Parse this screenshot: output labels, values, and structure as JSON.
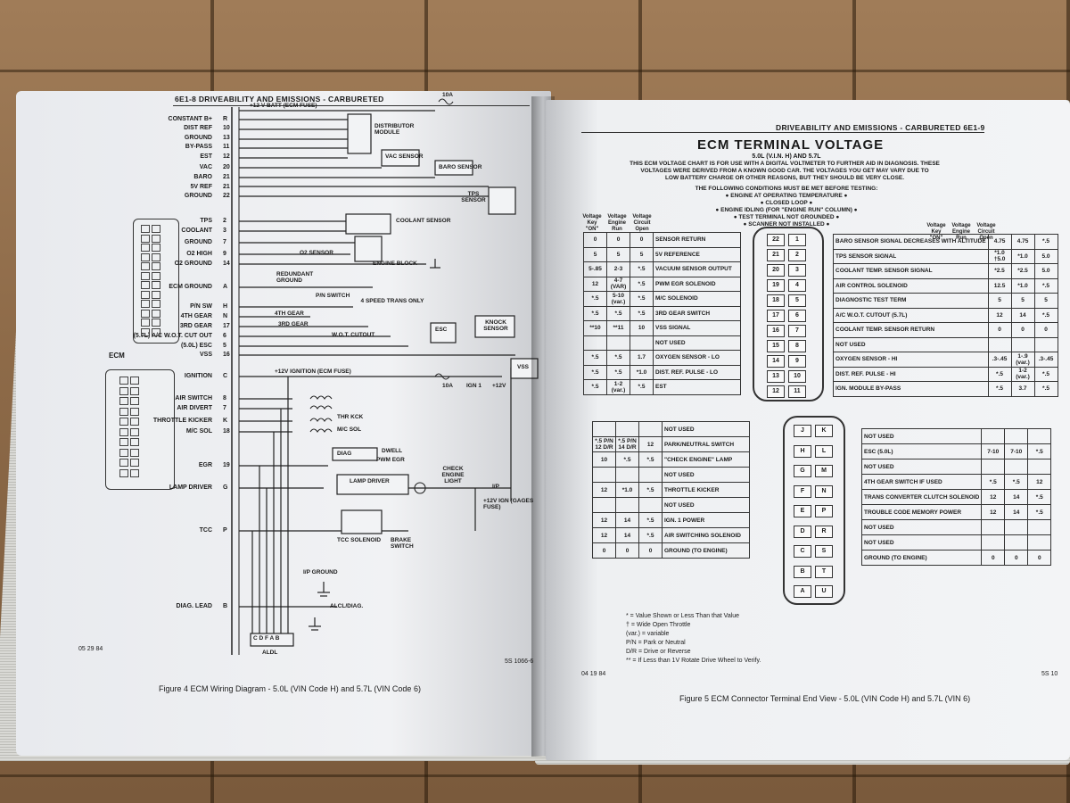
{
  "left_page": {
    "header": "6E1-8 DRIVEABILITY AND EMISSIONS - CARBURETED",
    "ecm_label": "ECM",
    "terminals": [
      {
        "label": "CONSTANT B+",
        "pin": "R"
      },
      {
        "label": "DIST REF",
        "pin": "10"
      },
      {
        "label": "GROUND",
        "pin": "13"
      },
      {
        "label": "BY-PASS",
        "pin": "11"
      },
      {
        "label": "EST",
        "pin": "12"
      },
      {
        "label": "VAC",
        "pin": "20"
      },
      {
        "label": "BARO",
        "pin": "21"
      },
      {
        "label": "5V REF",
        "pin": "21"
      },
      {
        "label": "GROUND",
        "pin": "22"
      },
      {
        "label": "TPS",
        "pin": "2"
      },
      {
        "label": "COOLANT",
        "pin": "3"
      },
      {
        "label": "GROUND",
        "pin": "7"
      },
      {
        "label": "O2 HIGH",
        "pin": "9"
      },
      {
        "label": "O2 GROUND",
        "pin": "14"
      },
      {
        "label": "ECM GROUND",
        "pin": "A"
      },
      {
        "label": "P/N SW",
        "pin": "H"
      },
      {
        "label": "4TH GEAR",
        "pin": "N"
      },
      {
        "label": "3RD GEAR",
        "pin": "17"
      },
      {
        "label": "(5.7L) A/C W.O.T. CUT OUT",
        "pin": "6"
      },
      {
        "label": "(5.0L) ESC",
        "pin": "5"
      },
      {
        "label": "VSS",
        "pin": "16"
      },
      {
        "label": "IGNITION",
        "pin": "C"
      },
      {
        "label": "AIR SWITCH",
        "pin": "8"
      },
      {
        "label": "AIR DIVERT",
        "pin": "7"
      },
      {
        "label": "THROTTLE KICKER",
        "pin": "K"
      },
      {
        "label": "M/C SOL",
        "pin": "18"
      },
      {
        "label": "EGR",
        "pin": "19"
      },
      {
        "label": "LAMP DRIVER",
        "pin": "G"
      },
      {
        "label": "TCC",
        "pin": "P"
      },
      {
        "label": "DIAG. LEAD",
        "pin": "B"
      }
    ],
    "wire_labels": {
      "batt": "+12 V BATT (ECM FUSE)",
      "fuse_10a": "10A",
      "distributor": "DISTRIBUTOR MODULE",
      "vac_sensor": "VAC SENSOR",
      "baro_sensor": "BARO SENSOR",
      "tps_sensor": "TPS SENSOR",
      "coolant_sensor": "COOLANT SENSOR",
      "o2_sensor": "O2 SENSOR",
      "engine_block": "ENGINE BLOCK",
      "redundant_ground": "REDUNDANT GROUND",
      "pn_switch": "P/N SWITCH",
      "speed_trans": "4 SPEED TRANS ONLY",
      "fourth_gear": "4TH GEAR",
      "third_gear": "3RD GEAR",
      "wot_cutout": "W.O.T. CUTOUT",
      "knock_sensor": "KNOCK SENSOR",
      "esc": "ESC",
      "ign_fuse": "+12V IGNITION (ECM FUSE)",
      "ign_10a": "10A",
      "ign_1": "IGN 1",
      "plus12": "+12V",
      "vss": "VSS",
      "thr_kck": "THR KCK",
      "mc_sol": "M/C SOL",
      "diag": "DIAG",
      "dwell": "DWELL",
      "pwm_egr": "PWM EGR",
      "check_engine": "CHECK ENGINE LIGHT",
      "ip": "I/P",
      "ign_gages": "+12V IGN (GAGES FUSE)",
      "lamp_driver": "LAMP DRIVER",
      "tcc_solenoid": "TCC SOLENOID",
      "brake_switch": "BRAKE SWITCH",
      "ip_ground": "I/P GROUND",
      "alcl": "ALCL/DIAG.",
      "aldl": "ALDL",
      "aldl_pins": "C D F A B"
    },
    "date": "05 29 84",
    "ref": "5S 1066-6",
    "caption": "Figure 4 ECM Wiring Diagram - 5.0L (VIN Code H) and 5.7L (VIN Code 6)"
  },
  "right_page": {
    "header": "DRIVEABILITY AND EMISSIONS - CARBURETED 6E1-9",
    "title": "ECM TERMINAL VOLTAGE",
    "subtitle": "5.0L (V.I.N. H) AND 5.7L",
    "intro": [
      "THIS ECM VOLTAGE CHART IS FOR USE WITH A DIGITAL VOLTMETER TO FURTHER AID IN DIAGNOSIS. THESE",
      "VOLTAGES WERE DERIVED FROM A KNOWN GOOD CAR. THE VOLTAGES YOU GET MAY VARY DUE TO",
      "LOW BATTERY CHARGE OR OTHER REASONS, BUT THEY SHOULD BE VERY CLOSE."
    ],
    "conditions": [
      "THE FOLLOWING CONDITIONS MUST BE MET BEFORE TESTING:",
      "● ENGINE AT OPERATING TEMPERATURE ●",
      "● CLOSED LOOP ●",
      "● ENGINE IDLING (FOR \"ENGINE RUN\" COLUMN) ●",
      "● TEST TERMINAL NOT GROUNDED ●",
      "● SCANNER NOT INSTALLED ●"
    ],
    "col_headers": [
      "Voltage Key \"ON\"",
      "Voltage Engine Run",
      "Voltage Circuit Open"
    ],
    "top_left_rows": [
      [
        "0",
        "0",
        "0",
        "SENSOR RETURN"
      ],
      [
        "5",
        "5",
        "5",
        "5V REFERENCE"
      ],
      [
        "5-.85",
        "2-3",
        "*.5",
        "VACUUM SENSOR OUTPUT"
      ],
      [
        "12",
        "4-7 (VAR)",
        "*.5",
        "PWM EGR SOLENOID"
      ],
      [
        "*.5",
        "5-10 (var.)",
        "*.5",
        "M/C SOLENOID"
      ],
      [
        "*.5",
        "*.5",
        "*.5",
        "3RD GEAR SWITCH"
      ],
      [
        "**10",
        "**11",
        "10",
        "VSS SIGNAL"
      ],
      [
        "",
        "",
        "",
        "NOT USED"
      ],
      [
        "*.5",
        "*.5",
        "1.7",
        "OXYGEN SENSOR - LO"
      ],
      [
        "*.5",
        "*.5",
        "*1.0",
        "DIST. REF. PULSE - LO"
      ],
      [
        "*.5",
        "1-2 (var.)",
        "*.5",
        "EST"
      ]
    ],
    "top_pins_left": [
      "22",
      "21",
      "20",
      "19",
      "18",
      "17",
      "16",
      "15",
      "14",
      "13",
      "12"
    ],
    "top_pins_right": [
      "1",
      "2",
      "3",
      "4",
      "5",
      "6",
      "7",
      "8",
      "9",
      "10",
      "11"
    ],
    "top_right_rows": [
      [
        "BARO SENSOR SIGNAL DECREASES WITH ALTITUDE",
        "4.75",
        "4.75",
        "*.5"
      ],
      [
        "TPS SENSOR SIGNAL",
        "*1.0 †5.0",
        "*1.0",
        "5.0"
      ],
      [
        "COOLANT TEMP. SENSOR SIGNAL",
        "*2.5",
        "*2.5",
        "5.0"
      ],
      [
        "AIR CONTROL SOLENOID",
        "12.5",
        "*1.0",
        "*.5"
      ],
      [
        "DIAGNOSTIC TEST TERM",
        "5",
        "5",
        "5"
      ],
      [
        "A/C W.O.T. CUTOUT (5.7L)",
        "12",
        "14",
        "*.5"
      ],
      [
        "COOLANT TEMP. SENSOR RETURN",
        "0",
        "0",
        "0"
      ],
      [
        "NOT USED",
        "",
        "",
        ""
      ],
      [
        "OXYGEN SENSOR - HI",
        ".3-.45",
        "1-.9 (var.)",
        ".3-.45"
      ],
      [
        "DIST. REF. PULSE - HI",
        "*.5",
        "1-2 (var.)",
        "*.5"
      ],
      [
        "IGN. MODULE BY-PASS",
        "*.5",
        "3.7",
        "*.5"
      ]
    ],
    "bottom_left_rows": [
      [
        "",
        "",
        "",
        "NOT USED"
      ],
      [
        "*.5 P/N 12 D/R",
        "*.5 P/N 14 D/R",
        "12",
        "PARK/NEUTRAL SWITCH"
      ],
      [
        "10",
        "*.5",
        "*.5",
        "\"CHECK ENGINE\" LAMP"
      ],
      [
        "",
        "",
        "",
        "NOT USED"
      ],
      [
        "12",
        "*1.0",
        "*.5",
        "THROTTLE KICKER"
      ],
      [
        "",
        "",
        "",
        "NOT USED"
      ],
      [
        "12",
        "14",
        "*.5",
        "IGN. 1 POWER"
      ],
      [
        "12",
        "14",
        "*.5",
        "AIR SWITCHING SOLENOID"
      ],
      [
        "0",
        "0",
        "0",
        "GROUND (TO ENGINE)"
      ]
    ],
    "bottom_pins_left": [
      "J",
      "H",
      "G",
      "F",
      "E",
      "D",
      "C",
      "B",
      "A"
    ],
    "bottom_pins_right": [
      "K",
      "L",
      "M",
      "N",
      "P",
      "R",
      "S",
      "T",
      "U"
    ],
    "bottom_right_rows": [
      [
        "NOT USED",
        "",
        "",
        ""
      ],
      [
        "ESC (5.0L)",
        "7-10",
        "7-10",
        "*.5"
      ],
      [
        "NOT USED",
        "",
        "",
        ""
      ],
      [
        "4TH GEAR SWITCH IF USED",
        "*.5",
        "*.5",
        "12"
      ],
      [
        "TRANS CONVERTER CLUTCH SOLENOID",
        "12",
        "14",
        "*.5"
      ],
      [
        "TROUBLE CODE MEMORY POWER",
        "12",
        "14",
        "*.5"
      ],
      [
        "NOT USED",
        "",
        "",
        ""
      ],
      [
        "NOT USED",
        "",
        "",
        ""
      ],
      [
        "GROUND (TO ENGINE)",
        "0",
        "0",
        "0"
      ]
    ],
    "legend": [
      "* = Value Shown or Less Than that Value",
      "† = Wide Open Throttle",
      "(var.) = variable",
      "P/N = Park or Neutral",
      "D/R = Drive or Reverse",
      "** = If Less than 1V Rotate Drive Wheel to Verify."
    ],
    "date": "04 19 84",
    "ref": "5S 10",
    "caption": "Figure 5 ECM Connector Terminal End View - 5.0L (VIN Code H) and 5.7L (VIN 6)"
  },
  "colors": {
    "floor": "#8d6a48",
    "page": "#eef0f2",
    "ink": "#1a1a1a"
  }
}
